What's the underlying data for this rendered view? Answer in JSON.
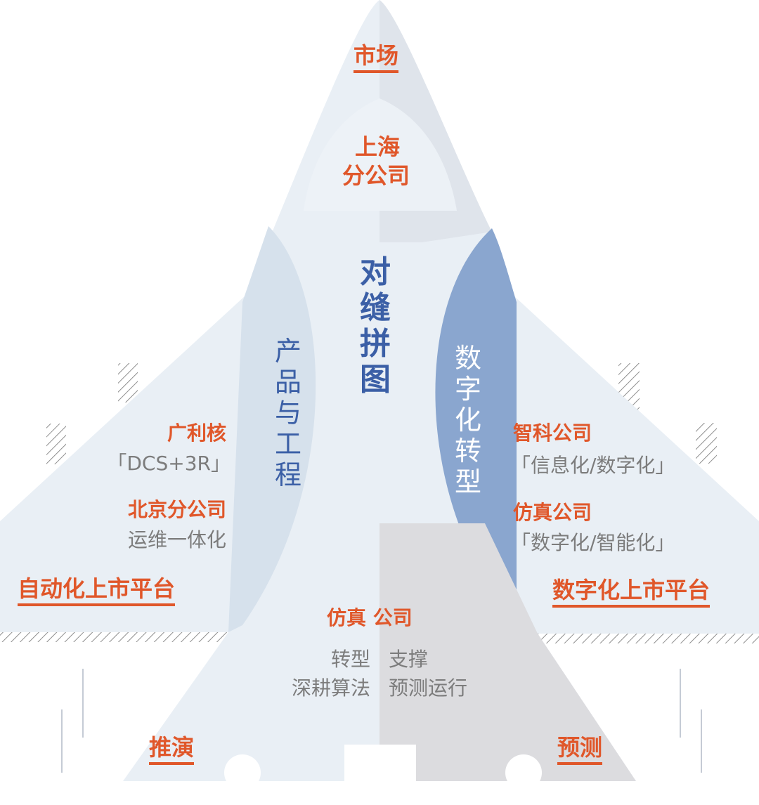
{
  "nose": {
    "label": "市场"
  },
  "shanghai": {
    "line1": "上海",
    "line2": "分公司"
  },
  "center_title": {
    "chars": [
      "对",
      "缝",
      "拼",
      "图"
    ]
  },
  "left_band": {
    "chars": [
      "产",
      "品",
      "与",
      "工",
      "程"
    ]
  },
  "right_band": {
    "chars": [
      "数",
      "字",
      "化",
      "转",
      "型"
    ]
  },
  "left_wing": {
    "company1": "广利核",
    "company1_desc": "「DCS+3R」",
    "company2": "北京分公司",
    "company2_desc": "运维一体化",
    "platform": "自动化上市平台"
  },
  "right_wing": {
    "company1": "智科公司",
    "company1_desc": "「信息化/数字化」",
    "company2": "仿真公司",
    "company2_desc": "「数字化/智能化」",
    "platform": "数字化上市平台"
  },
  "bottom": {
    "company": "仿真 公司",
    "row1_left": "转型",
    "row1_right": "支撑",
    "row2_left": "深耕算法",
    "row2_right": "预测运行"
  },
  "tail_left": "推演",
  "tail_right": "预测",
  "colors": {
    "accent_orange": "#e0572a",
    "accent_blue": "#3b5fa6",
    "band_blue": "#8aa6cf",
    "body_light": "#e9eff5",
    "body_shade": "#dfe3ea",
    "band_left": "#d6e1ec",
    "tail_shade": "#dcdcdf"
  }
}
